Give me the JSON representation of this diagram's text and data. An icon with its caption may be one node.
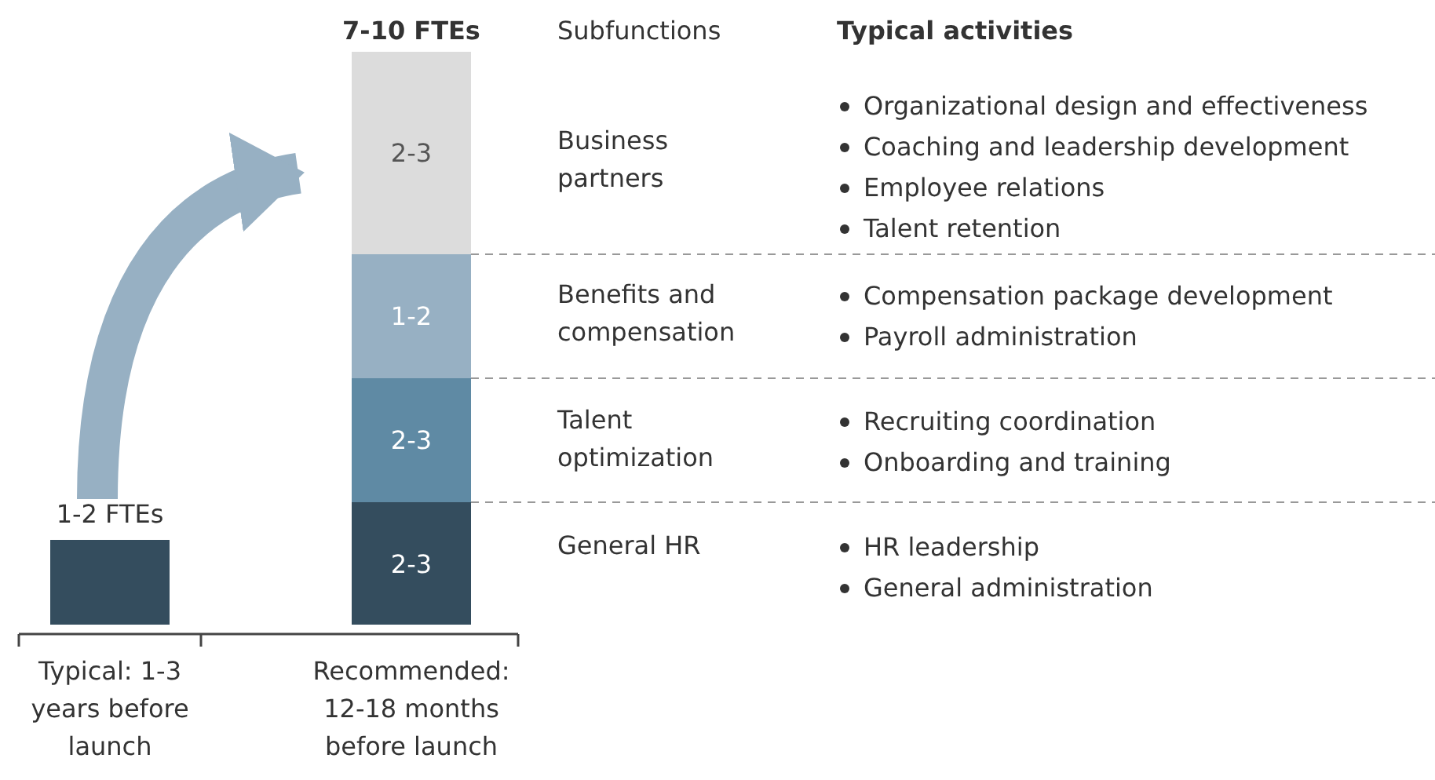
{
  "diagram": {
    "nodes": [
      {
        "text": [
          "1-2 FTEs"
        ]
      },
      {
        "text": [
          "7-10 FTEs"
        ]
      },
      {
        "text": [
          "2-3"
        ],
        "in": 1
      },
      {
        "text": [
          "1-2"
        ],
        "in": 1
      },
      {
        "text": [
          "2-3"
        ],
        "in": 1
      },
      {
        "text": [
          "2-3"
        ],
        "in": 1
      }
    ],
    "edges": [
      {
        "from": 0,
        "to": 2,
        "arrow": "to",
        "color": "#97b0c3"
      }
    ],
    "labels": [
      "Subfunctions",
      "Typical activities",
      "Business partners",
      "Organizational design and effectiveness",
      "Coaching and leadership development",
      "Employee relations",
      "Talent retention",
      "Benefits and compensation",
      "Compensation package development",
      "Payroll administration",
      "Talent optimization",
      "Recruiting coordination",
      "Onboarding and training",
      "General HR",
      "HR leadership",
      "General administration",
      "Typical: 1-3 years before launch",
      "Recommended: 12-18 months before launch"
    ]
  }
}
